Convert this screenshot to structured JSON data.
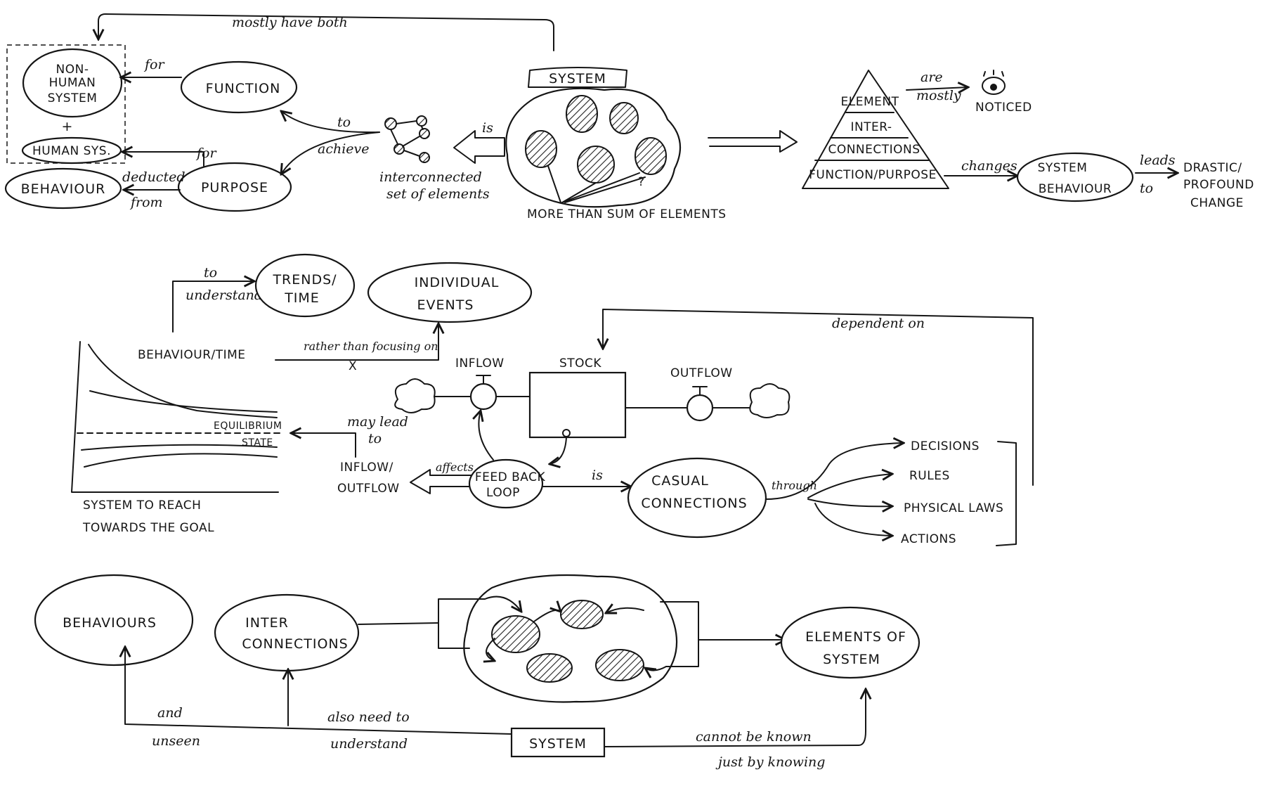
{
  "section1": {
    "mostly_have_both": "mostly have both",
    "non_human_system": [
      "NON-",
      "HUMAN",
      "SYSTEM"
    ],
    "plus": "+",
    "human_sys": "HUMAN SYS.",
    "behaviour": "BEHAVIOUR",
    "deducted_from": [
      "deducted",
      "from"
    ],
    "for_top": "for",
    "function": "FUNCTION",
    "for_purpose": "for",
    "purpose": "PURPOSE",
    "to_achieve": [
      "to",
      "achieve"
    ],
    "interconnected": [
      "interconnected",
      "set of elements"
    ],
    "is": "is",
    "system_title": "SYSTEM",
    "more_than_sum": "MORE THAN SUM OF ELEMENTS",
    "question_mark": "?",
    "pyramid": [
      "ELEMENT",
      "INTER-",
      "CONNECTIONS",
      "FUNCTION/PURPOSE"
    ],
    "are_mostly": [
      "are",
      "mostly"
    ],
    "noticed": "NOTICED",
    "changes": "changes",
    "system_behaviour": [
      "SYSTEM",
      "BEHAVIOUR"
    ],
    "leads_to": [
      "leads",
      "to"
    ],
    "drastic_change": [
      "DRASTIC/",
      "PROFOUND",
      "CHANGE"
    ]
  },
  "section2": {
    "to_understand": [
      "to",
      "understand"
    ],
    "trends_time": [
      "TRENDS/",
      "TIME"
    ],
    "individual_events": [
      "INDIVIDUAL",
      "EVENTS"
    ],
    "behaviour_time": "BEHAVIOUR/TIME",
    "rather_than": "rather than focusing on",
    "cross": "X",
    "dependent_on": "dependent on",
    "inflow": "INFLOW",
    "stock": "STOCK",
    "outflow": "OUTFLOW",
    "equilibrium": [
      "EQUILIBRIUM",
      "STATE"
    ],
    "may_lead_to": [
      "may lead",
      "to"
    ],
    "inflow_outflow": [
      "INFLOW/",
      "OUTFLOW"
    ],
    "affects": "affects",
    "feedback_loop": [
      "FEED BACK",
      "LOOP"
    ],
    "is": "is",
    "casual_connections": [
      "CASUAL",
      "CONNECTIONS"
    ],
    "through": "through",
    "list": [
      "DECISIONS",
      "RULES",
      "PHYSICAL LAWS",
      "ACTIONS"
    ],
    "system_reach": [
      "SYSTEM TO REACH",
      "TOWARDS THE GOAL"
    ]
  },
  "section3": {
    "behaviours": "BEHAVIOURS",
    "interconnections": [
      "INTER",
      "CONNECTIONS"
    ],
    "elements_of_system": [
      "ELEMENTS OF",
      "SYSTEM"
    ],
    "and_unseen": [
      "and",
      "unseen"
    ],
    "also_need": [
      "also need to",
      "understand"
    ],
    "system": "SYSTEM",
    "cannot_be_known": [
      "cannot be known",
      "just by knowing"
    ]
  }
}
